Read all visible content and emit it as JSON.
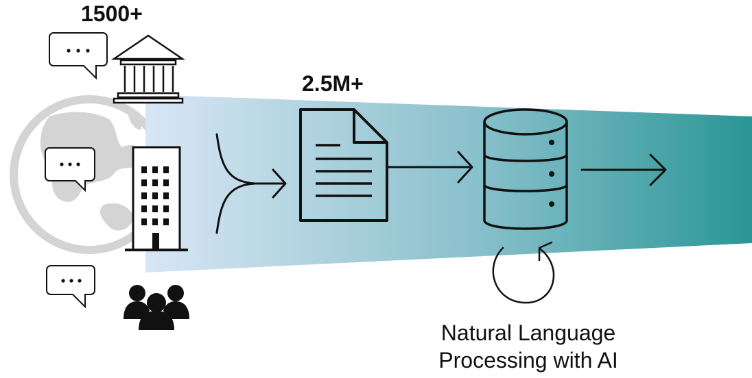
{
  "stats": {
    "institutions": "1500+",
    "documents": "2.5M+"
  },
  "caption": {
    "line1": "Natural Language",
    "line2": "Processing with AI"
  },
  "colors": {
    "funnel_start": "#d8e6f4",
    "funnel_end": "#2a9696",
    "globe": "#d4d4d4",
    "stroke": "#111111"
  },
  "icons": {
    "sources": [
      "speech-bubble-icon",
      "bank-icon",
      "office-building-icon",
      "people-group-icon",
      "globe-icon"
    ],
    "pipeline": [
      "merge-arrow-icon",
      "document-icon",
      "arrow-right-icon",
      "database-icon",
      "arrow-right-icon",
      "refresh-cycle-icon"
    ]
  }
}
